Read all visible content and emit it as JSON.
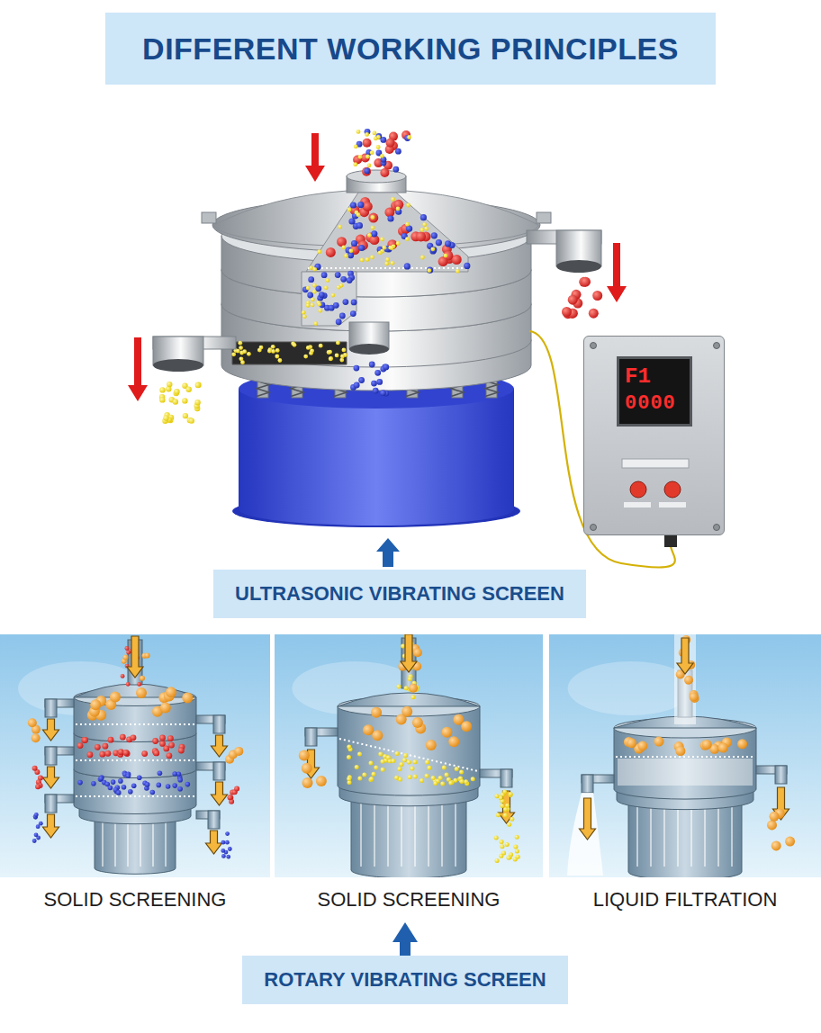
{
  "diagram": {
    "title": "DIFFERENT WORKING PRINCIPLES",
    "nodes": [
      {
        "text": [
          "F1",
          "0000"
        ]
      },
      {
        "text": [
          "ULTRASONIC VIBRATING SCREEN"
        ]
      },
      {
        "text": [
          "SOLID SCREENING"
        ]
      },
      {
        "text": [
          "SOLID SCREENING"
        ]
      },
      {
        "text": [
          "LIQUID FILTRATION"
        ]
      },
      {
        "text": [
          "ROTARY VIBRATING SCREEN"
        ]
      }
    ],
    "edges": [
      {
        "from": 5,
        "to": 3,
        "arrow": "to"
      }
    ]
  }
}
